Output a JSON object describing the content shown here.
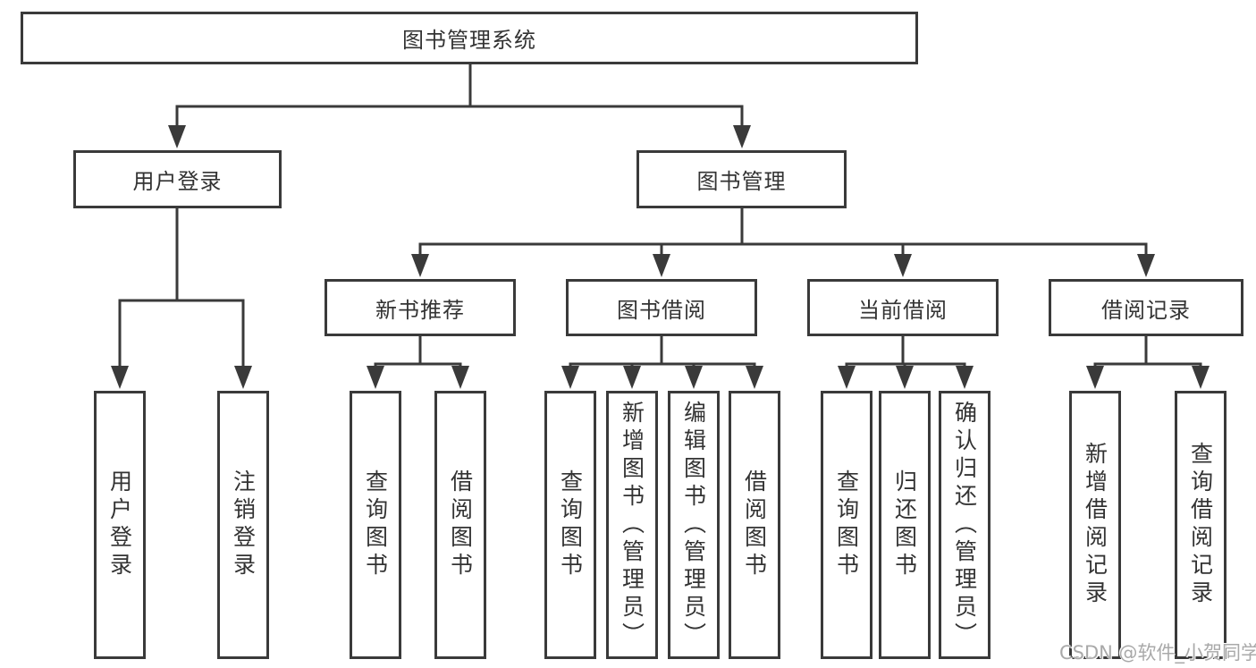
{
  "diagram": {
    "root": {
      "label": "图书管理系统"
    },
    "level2": {
      "user_login": {
        "label": "用户登录"
      },
      "book_management": {
        "label": "图书管理"
      }
    },
    "level3": {
      "new_book_recommend": {
        "label": "新书推荐"
      },
      "book_borrow": {
        "label": "图书借阅"
      },
      "current_borrow": {
        "label": "当前借阅"
      },
      "borrow_record": {
        "label": "借阅记录"
      }
    },
    "leaves": {
      "user_login_leaf": {
        "label": "用户登录"
      },
      "logout": {
        "label": "注销登录"
      },
      "rec_query_book": {
        "label": "查询图书"
      },
      "rec_borrow_book": {
        "label": "借阅图书"
      },
      "bb_query_book": {
        "label": "查询图书"
      },
      "bb_add_book": {
        "label": "新增图书（管理员）"
      },
      "bb_edit_book": {
        "label": "编辑图书（管理员）"
      },
      "bb_borrow_book": {
        "label": "借阅图书"
      },
      "cb_query_book": {
        "label": "查询图书"
      },
      "cb_return_book": {
        "label": "归还图书"
      },
      "cb_confirm_return": {
        "label": "确认归还（管理员）"
      },
      "br_add_record": {
        "label": "新增借阅记录"
      },
      "br_query_record": {
        "label": "查询借阅记录"
      }
    }
  },
  "watermark": {
    "text": "CSDN @软件_小贺同学"
  },
  "colors": {
    "line": "#3a3a3a",
    "text": "#333333",
    "watermark": "#a9a9a9",
    "background": "#ffffff"
  }
}
